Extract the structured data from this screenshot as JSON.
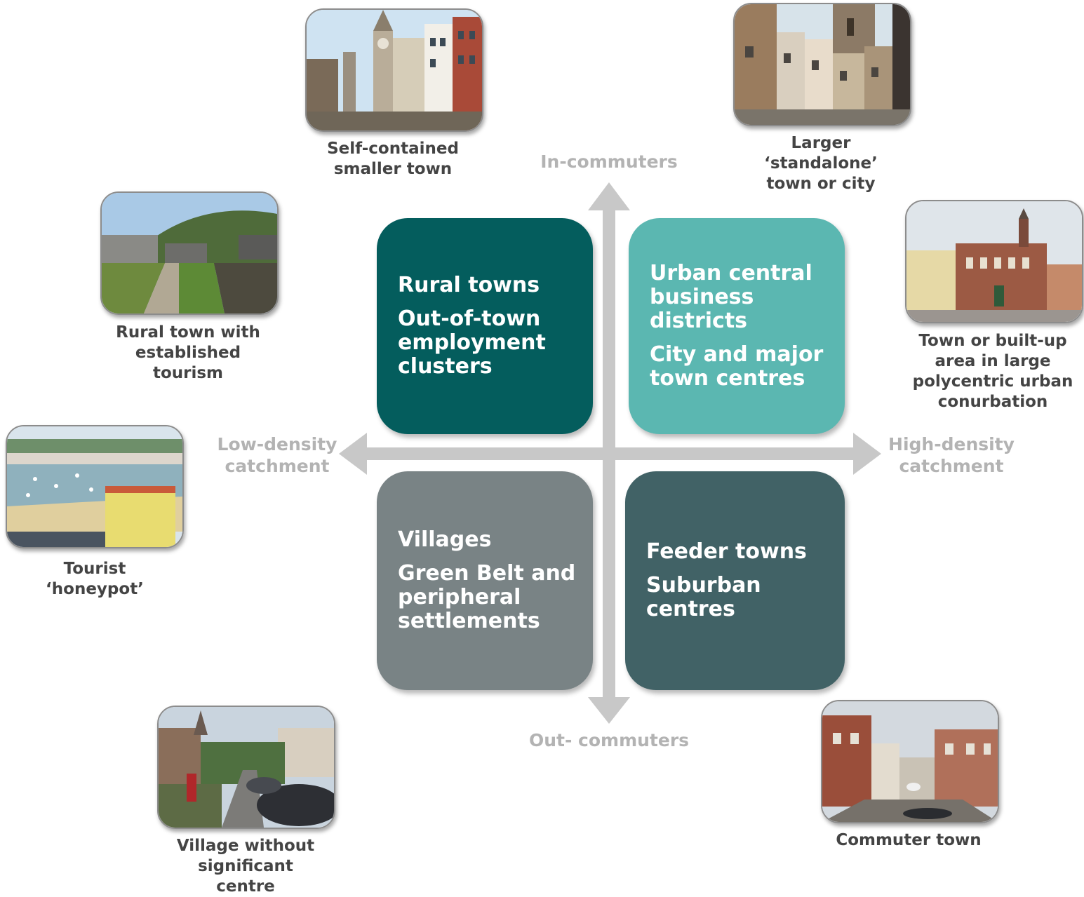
{
  "axes": {
    "top": "In-commuters",
    "bottom": "Out- commuters",
    "left": "Low-density\ncatchment",
    "right": "High-density\ncatchment"
  },
  "quadrants": {
    "top_left": {
      "lines": [
        "Rural towns",
        "Out-of-town employment clusters"
      ],
      "color": "#045d5d"
    },
    "top_right": {
      "lines": [
        "Urban central business districts",
        "City and major town centres"
      ],
      "color": "#5bb7b1"
    },
    "bottom_left": {
      "lines": [
        "Villages",
        "Green Belt and peripheral settlements"
      ],
      "color": "#798385"
    },
    "bottom_right": {
      "lines": [
        "Feeder towns",
        "Suburban centres"
      ],
      "color": "#416266"
    }
  },
  "examples": [
    {
      "caption": "Self-contained\nsmaller town",
      "icon": "market-town-clocktower-photo"
    },
    {
      "caption": "Larger\n‘standalone’\ntown or city",
      "icon": "historic-street-church-tower-photo"
    },
    {
      "caption": "Rural town with\nestablished\ntourism",
      "icon": "rural-path-hillside-photo"
    },
    {
      "caption": "Town or built-up\narea in large\npolycentric urban\nconurbation",
      "icon": "town-hall-square-photo"
    },
    {
      "caption": "Tourist\n‘honeypot’",
      "icon": "harbour-beach-photo"
    },
    {
      "caption": "Village without\nsignificant\ncentre",
      "icon": "village-street-cars-photo"
    },
    {
      "caption": "Commuter town",
      "icon": "commuter-town-street-photo"
    }
  ],
  "colors": {
    "axis": "#c8c8c8",
    "axis_label": "#b3b3b3",
    "caption": "#444444"
  }
}
